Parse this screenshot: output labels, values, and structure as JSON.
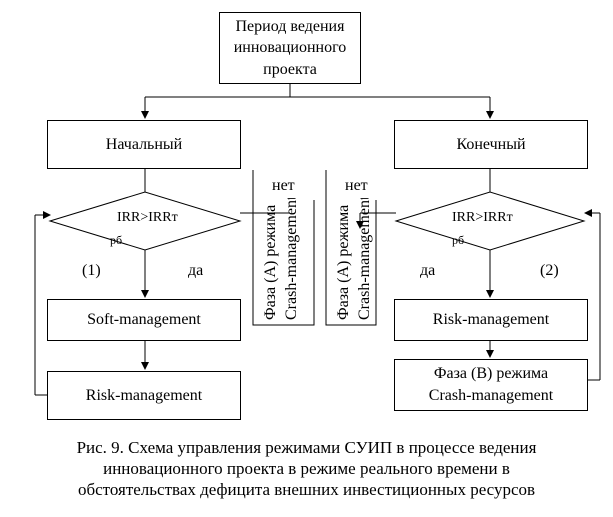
{
  "top_box": [
    "Период ведения",
    "инновационного",
    "проекта"
  ],
  "left_start": "Начальный",
  "right_start": "Конечный",
  "diamond_left": {
    "main": "IRR>IRRт",
    "sub": "рб"
  },
  "diamond_right": {
    "main": "IRR>IRRт",
    "sub": "рб"
  },
  "left_no": "нет",
  "right_no": "нет",
  "left_yes": "да",
  "right_yes": "да",
  "left_num": "(1)",
  "right_num": "(2)",
  "soft": "Soft-management",
  "risk_left": "Risk-management",
  "risk_right": "Risk-management",
  "phase_b": [
    "Фаза (В) режима",
    "Crash-management"
  ],
  "phase_a_left": [
    "Фаза (А) режима",
    "Crash-management"
  ],
  "phase_a_right": [
    "Фаза (А) режима",
    "Crash-management"
  ],
  "caption": [
    "Рис. 9. Схема управления режимами СУИП в процессе ведения",
    "инновационного проекта в режиме реального времени в",
    "обстоятельствах дефицита внешних инвестиционных ресурсов"
  ]
}
